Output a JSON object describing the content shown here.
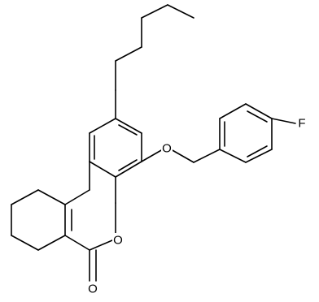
{
  "diagram": {
    "type": "chemical-structure",
    "atom_labels": {
      "fluorine": "F",
      "ether_oxygen": "O",
      "ring_oxygen": "O",
      "carbonyl_oxygen": "O"
    },
    "colors": {
      "bond": "#000000",
      "label": "#000000",
      "background": "#ffffff"
    }
  }
}
